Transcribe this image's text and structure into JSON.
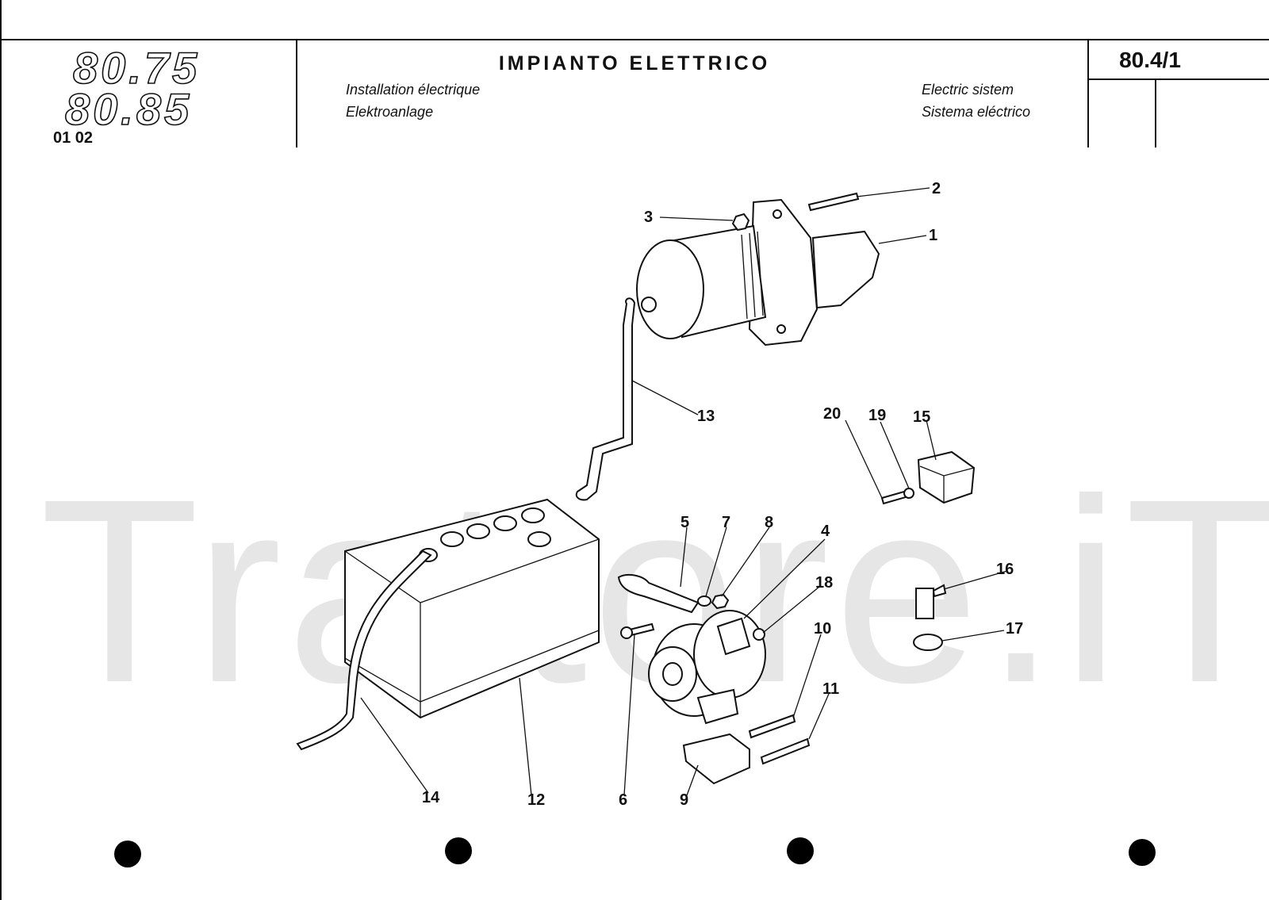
{
  "header": {
    "models": [
      "80.75",
      "80.85"
    ],
    "code": "01 02",
    "title": "IMPIANTO ELETTRICO",
    "fr": "Installation électrique",
    "de": "Elektroanlage",
    "en": "Electric sistem",
    "es": "Sistema eléctrico",
    "page_ref": "80.4/1"
  },
  "watermark": "Trattore.iT",
  "callouts": [
    "1",
    "2",
    "3",
    "4",
    "5",
    "6",
    "7",
    "8",
    "9",
    "10",
    "11",
    "12",
    "13",
    "14",
    "15",
    "16",
    "17",
    "18",
    "19",
    "20"
  ]
}
